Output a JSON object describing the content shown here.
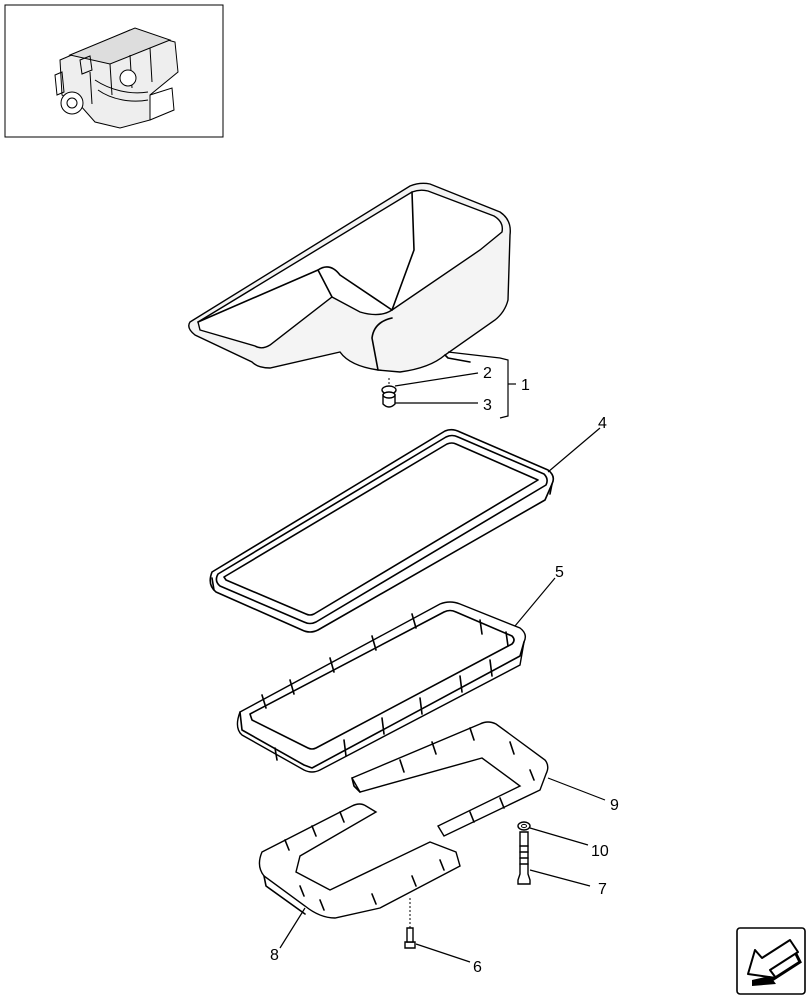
{
  "callouts": {
    "c1": "1",
    "c2": "2",
    "c3": "3",
    "c4": "4",
    "c5": "5",
    "c6": "6",
    "c7": "7",
    "c8": "8",
    "c9": "9",
    "c10": "10"
  },
  "icons": {
    "engine_thumbnail": "engine-thumbnail-icon",
    "navigation_arrow": "previous-page-arrow-icon"
  }
}
